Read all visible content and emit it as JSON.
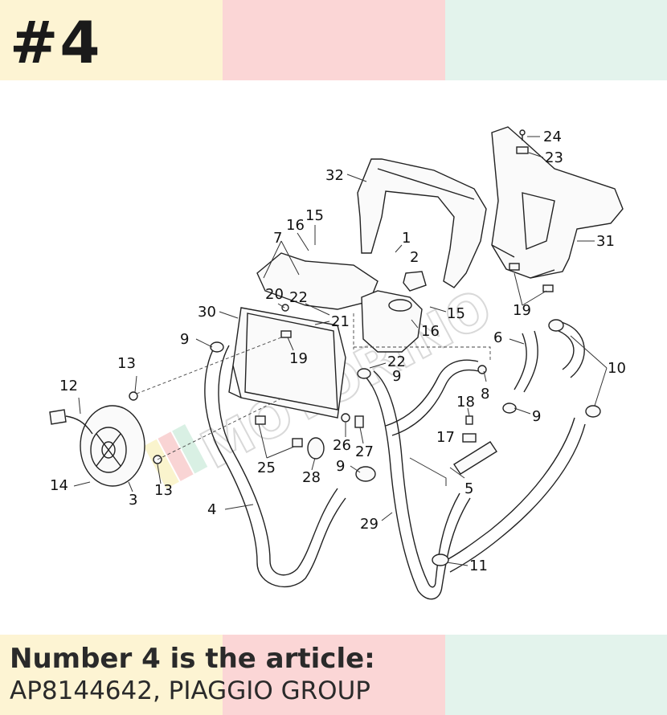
{
  "header": {
    "badge": "#4"
  },
  "footer": {
    "line1": "Number 4 is the article:",
    "line2": "AP8144642, PIAGGIO GROUP"
  },
  "diagram": {
    "watermark": "MOTORINO",
    "callouts": [
      "24",
      "23",
      "32",
      "31",
      "16",
      "15",
      "7",
      "1",
      "2",
      "20",
      "22",
      "30",
      "15",
      "21",
      "16",
      "19",
      "9",
      "22",
      "6",
      "10",
      "13",
      "12",
      "9",
      "8",
      "18",
      "9",
      "17",
      "26",
      "27",
      "25",
      "28",
      "9",
      "5",
      "14",
      "3",
      "13",
      "4",
      "29",
      "11",
      "19"
    ]
  },
  "colors": {
    "band_yellow": "#fdf4d3",
    "band_pink": "#fbd6d6",
    "band_green": "#e3f3ec"
  }
}
